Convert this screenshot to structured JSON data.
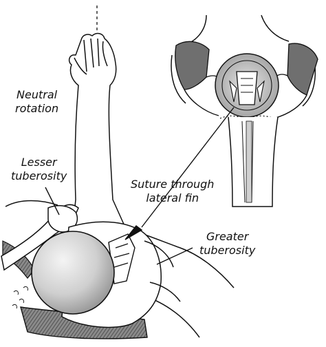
{
  "labels": {
    "neutral_rotation": [
      "Neutral",
      "rotation"
    ],
    "lesser_tuberosity": [
      "Lesser",
      "tuberosity"
    ],
    "suture": [
      "Suture through",
      "lateral fin"
    ],
    "greater_tuberosity": [
      "Greater",
      "tuberosity"
    ]
  },
  "colors": {
    "ink": "#111111",
    "muscle_gray": "#6f6f6f",
    "head_gray": "#c9c9c9",
    "background": "#ffffff"
  }
}
